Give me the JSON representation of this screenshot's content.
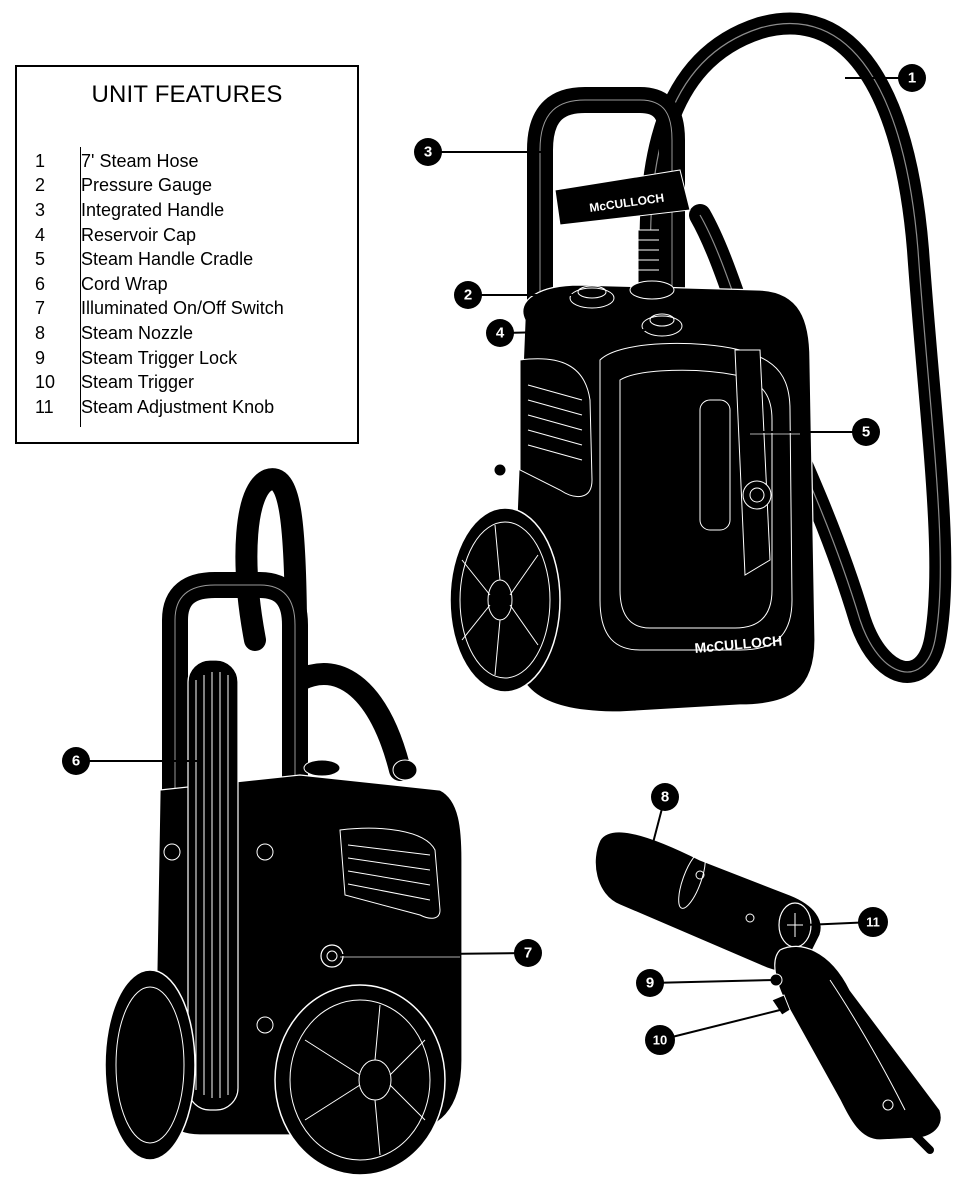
{
  "legend": {
    "title": "UNIT FEATURES",
    "items": [
      {
        "num": "1",
        "label": "7' Steam Hose"
      },
      {
        "num": "2",
        "label": "Pressure Gauge"
      },
      {
        "num": "3",
        "label": "Integrated Handle"
      },
      {
        "num": "4",
        "label": "Reservoir Cap"
      },
      {
        "num": "5",
        "label": "Steam Handle Cradle"
      },
      {
        "num": "6",
        "label": "Cord Wrap"
      },
      {
        "num": "7",
        "label": "Illuminated On/Off Switch"
      },
      {
        "num": "8",
        "label": "Steam Nozzle"
      },
      {
        "num": "9",
        "label": "Steam Trigger Lock"
      },
      {
        "num": "10",
        "label": "Steam Trigger"
      },
      {
        "num": "11",
        "label": "Steam Adjustment Knob"
      }
    ]
  },
  "callouts": [
    "1",
    "2",
    "3",
    "4",
    "5",
    "6",
    "7",
    "8",
    "9",
    "10",
    "11"
  ],
  "brand": {
    "logo_text": "McCULLOCH"
  },
  "colors": {
    "ink": "#000000",
    "paper": "#ffffff",
    "line": "#ffffff"
  }
}
